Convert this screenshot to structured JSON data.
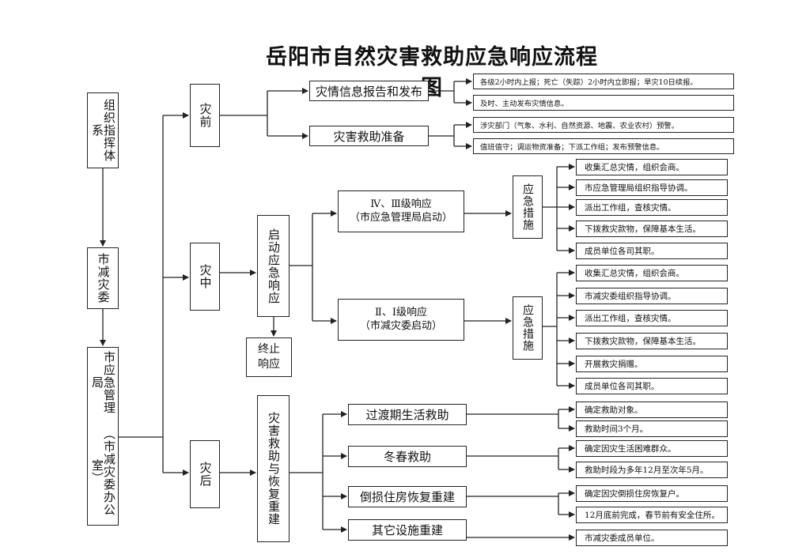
{
  "title": "岳阳市自然灾害救助应急响应流程图",
  "org": {
    "system": "组织指挥体系",
    "committee": "市减灾委",
    "bureau": "市应急管理局",
    "bureau_note": "（市减灾委办公室）"
  },
  "stages": {
    "before": "灾前",
    "during": "灾中",
    "after": "灾后"
  },
  "before": {
    "report": {
      "label": "灾情信息报告和发布",
      "items": [
        "各级2小时内上报；死亡（失踪）2小时内立即报；旱灾10日续报。",
        "及时、主动发布灾情信息。"
      ]
    },
    "prepare": {
      "label": "灾害救助准备",
      "items": [
        "涉灾部门（气象、水利、自然资源、地震、农业农村）预警。",
        "值班值守；调运物资准备；下派工作组；发布预警信息。"
      ]
    }
  },
  "during": {
    "start": "启动应急响应",
    "stop": "终止响应",
    "level1": {
      "line1": "Ⅳ、Ⅲ级响应",
      "line2": "（市应急管理局启动）",
      "measures": "应急措施",
      "items": [
        "收集汇总灾情，组织会商。",
        "市应急管理局组织指导协调。",
        "派出工作组，查核灾情。",
        "下拨救灾款物，保障基本生活。",
        "成员单位各司其职。"
      ]
    },
    "level2": {
      "line1": "Ⅱ、Ⅰ级响应",
      "line2": "（市减灾委启动）",
      "measures": "应急措施",
      "items": [
        "收集汇总灾情，组织会商。",
        "市减灾委组织指导协调。",
        "派出工作组，查核灾情。",
        "下拨救灾款物，保障基本生活。",
        "开展救灾捐赠。",
        "成员单位各司其职。"
      ]
    }
  },
  "after": {
    "relief": "灾害救助与恢复重建",
    "groups": [
      {
        "label": "过渡期生活救助",
        "items": [
          "确定救助对象。",
          "救助时间3个月。"
        ]
      },
      {
        "label": "冬春救助",
        "items": [
          "确定因灾生活困难群众。",
          "救助时段为多年12月至次年5月。"
        ]
      },
      {
        "label": "倒损住房恢复重建",
        "items": [
          "确定因灾倒损住房恢复户。",
          "12月底前完成，春节前有安全住所。"
        ]
      },
      {
        "label": "其它设施重建",
        "items": [
          "市减灾委成员单位。"
        ]
      }
    ]
  }
}
